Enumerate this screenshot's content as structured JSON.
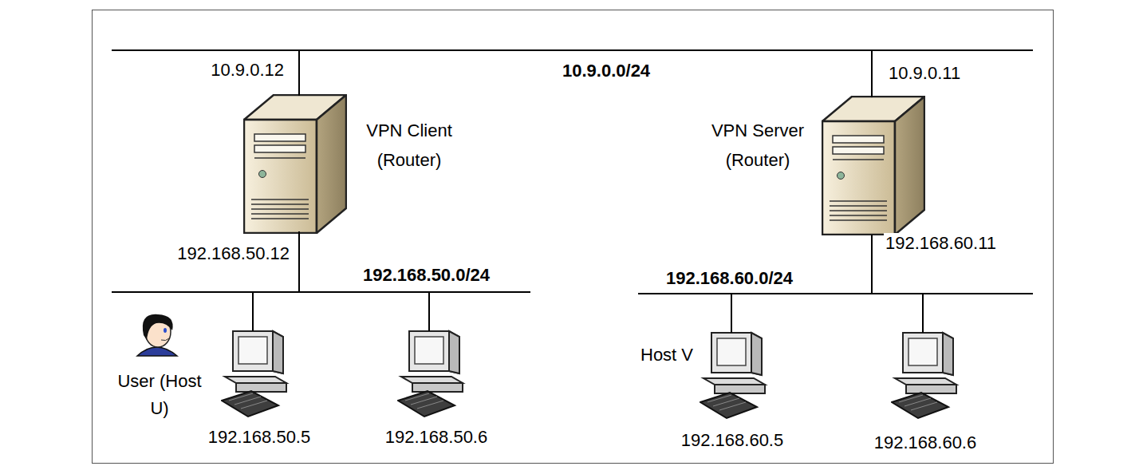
{
  "diagram": {
    "nodes": [
      {
        "text": [
          "10.9.0.0/24"
        ]
      },
      {
        "text": [
          "VPN Client (Router)"
        ]
      },
      {
        "text": [
          "VPN Server (Router)"
        ]
      },
      {
        "text": [
          "192.168.50.0/24"
        ]
      },
      {
        "text": [
          "192.168.60.0/24"
        ]
      },
      {
        "text": [
          "User (Host U)",
          "192.168.50.5"
        ]
      },
      {
        "text": [
          "192.168.50.6"
        ]
      },
      {
        "text": [
          "Host V",
          "192.168.60.5"
        ]
      },
      {
        "text": [
          "192.168.60.6"
        ]
      }
    ],
    "edges": [
      {
        "from": 1,
        "to": 0,
        "arrow": "none",
        "label": "10.9.0.12"
      },
      {
        "from": 2,
        "to": 0,
        "arrow": "none",
        "label": "10.9.0.11"
      },
      {
        "from": 1,
        "to": 3,
        "arrow": "none",
        "label": "192.168.50.12"
      },
      {
        "from": 2,
        "to": 4,
        "arrow": "none",
        "label": "192.168.60.11"
      },
      {
        "from": 5,
        "to": 3,
        "arrow": "none"
      },
      {
        "from": 6,
        "to": 3,
        "arrow": "none"
      },
      {
        "from": 7,
        "to": 4,
        "arrow": "none"
      },
      {
        "from": 8,
        "to": 4,
        "arrow": "none"
      }
    ]
  }
}
